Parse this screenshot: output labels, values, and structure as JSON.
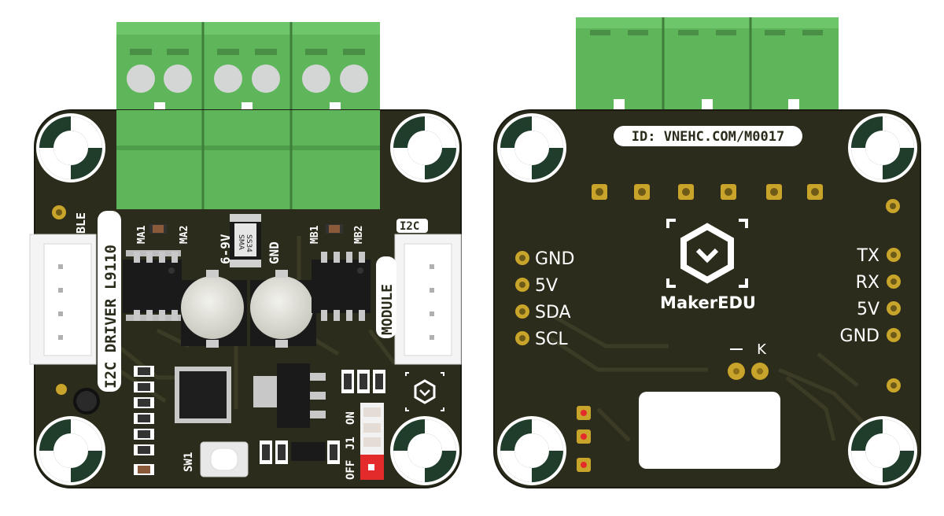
{
  "front_board": {
    "labels": {
      "ble": "BLE",
      "ma1": "MA1",
      "ma2": "MA2",
      "mb1": "MB1",
      "mb2": "MB2",
      "voltage": "6-9V",
      "gnd": "GND",
      "diode_top": "SS34",
      "diode_bottom": "SMA",
      "i2c": "I2C",
      "driver": "I2C DRIVER L9110",
      "module": "MODULE",
      "on": "ON",
      "off": "OFF",
      "j1": "J1",
      "sw1": "SW1"
    }
  },
  "back_board": {
    "id_label": "ID: VNEHC.COM/M0017",
    "brand": "MakerEDU",
    "left_pins": [
      "GND",
      "5V",
      "SDA",
      "SCL"
    ],
    "right_pins": [
      "TX",
      "RX",
      "5V",
      "GND"
    ],
    "jumper_label": "K"
  },
  "colors": {
    "pcb": "#2c2c1c",
    "terminal": "#5fb65a",
    "gold": "#c9a42a",
    "switch_red": "#e32b2b"
  }
}
